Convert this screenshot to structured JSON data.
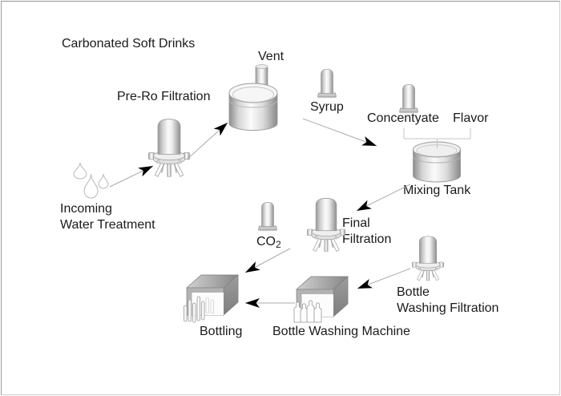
{
  "diagram": {
    "title": "Carbonated Soft Drinks",
    "labels": {
      "pre_ro_filtration": "Pre-Ro Filtration",
      "vent": "Vent",
      "syrup": "Syrup",
      "concentrate": "Concentyate",
      "flavor": "Flavor",
      "mixing_tank": "Mixing Tank",
      "incoming_line1": "Incoming",
      "incoming_line2": "Water Treatment",
      "co2_main": "CO",
      "co2_subscript": "2",
      "final_line1": "Final",
      "final_line2": "Filtration",
      "bottle_washing_filtration_line1": "Bottle",
      "bottle_washing_filtration_line2": "Washing Filtration",
      "bottling": "Bottling",
      "bottle_washing_machine": "Bottle Washing Machine"
    },
    "icons": {
      "water_drops": "water-drops-icon",
      "pre_ro_filter": "filter-housing-icon",
      "vent_tank": "open-tank-with-vent-pipe-icon",
      "syrup_cartridge": "cartridge-icon",
      "concentrate_cartridge": "cartridge-icon",
      "mixing_tank": "closed-tank-icon",
      "co2_cartridge": "cartridge-icon",
      "final_filter": "filter-housing-icon",
      "bottle_washing_filter": "filter-housing-icon",
      "bottling_machine": "machine-with-vials-icon",
      "bottle_washing_machine": "machine-with-bottles-icon"
    },
    "colors": {
      "background": "#ffffff",
      "text": "#1a1a1a",
      "connector_line": "#ababab",
      "arrowhead": "#000000",
      "metal_light": "#fafafa",
      "metal_dark": "#8e8e8e",
      "machine_front": "#b3b3b3",
      "border": "#9a9a9a"
    }
  }
}
